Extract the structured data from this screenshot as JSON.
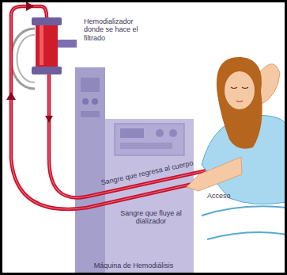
{
  "diagram": {
    "nodes": [
      {
        "text": [
          "Hemodializador donde se hace el filtrado"
        ]
      },
      {
        "text": [
          "Máquina de Hemodiálisis"
        ]
      }
    ],
    "labels": [
      "Sangre que regresa al cuerpo",
      "Acceso",
      "Sangre que fluye al dializador"
    ]
  }
}
